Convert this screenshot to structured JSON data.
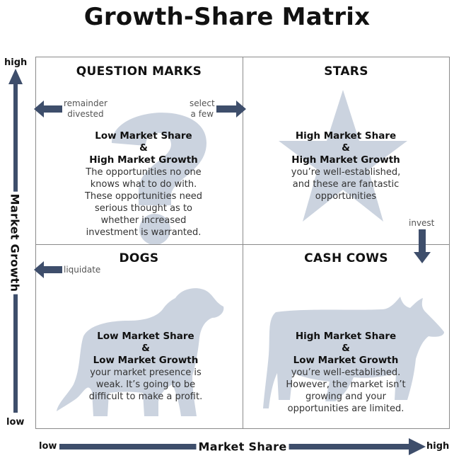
{
  "title": "Growth-Share Matrix",
  "colors": {
    "arrow": "#3e4e6b",
    "silhouette": "#cbd3df",
    "border": "#8a8a8a"
  },
  "quadrants": {
    "question_marks": {
      "heading": "QUESTION MARKS",
      "share": "Low Market Share",
      "amp": "&",
      "growth": "High Market Growth",
      "description": "The opportunities no one\nknows what to do with.\nThese opportunities need\nserious thought as to\nwhether increased\ninvestment is warranted.",
      "icon": "question-mark-icon"
    },
    "stars": {
      "heading": "STARS",
      "share": "High Market Share",
      "amp": "&",
      "growth": "High Market Growth",
      "description": "you’re well-established,\nand these are fantastic\nopportunities",
      "icon": "star-icon"
    },
    "dogs": {
      "heading": "DOGS",
      "share": "Low Market Share",
      "amp": "&",
      "growth": "Low Market Growth",
      "description": "your market presence is\nweak. It’s going to be\ndifficult to make a profit.",
      "icon": "dog-icon"
    },
    "cash_cows": {
      "heading": "CASH COWS",
      "share": "High Market Share",
      "amp": "&",
      "growth": "Low Market Growth",
      "description": "you’re well-established.\nHowever, the market isn’t\ngrowing and your\nopportunities are limited.",
      "icon": "cow-icon"
    }
  },
  "notes": {
    "remainder_divested": "remainder\ndivested",
    "select_a_few": "select\na few",
    "invest": "invest",
    "liquidate": "liquidate"
  },
  "axes": {
    "y_label": "Market Growth",
    "y_high": "high",
    "y_low": "low",
    "x_label": "Market Share",
    "x_low": "low",
    "x_high": "high"
  }
}
